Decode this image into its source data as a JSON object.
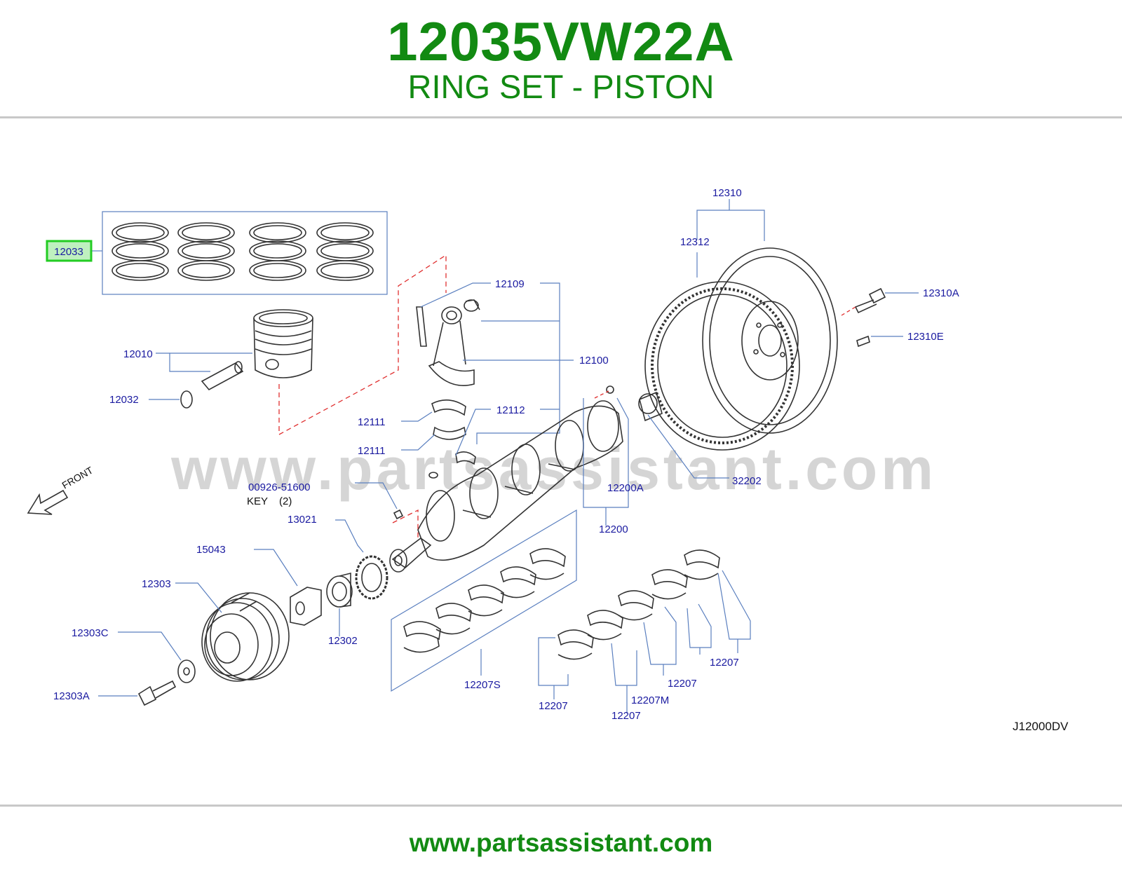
{
  "header": {
    "part_number": "12035VW22A",
    "part_name": "RING SET - PISTON"
  },
  "diagram": {
    "code": "J12000DV",
    "watermark": "www.partsassistant.com",
    "front_label": "FRONT",
    "highlighted_part": "12033",
    "callouts": {
      "c12033": "12033",
      "c12010": "12010",
      "c12032": "12032",
      "c12109": "12109",
      "c12100": "12100",
      "c12111a": "12111",
      "c12111b": "12111",
      "c12112": "12112",
      "c12310": "12310",
      "c12312": "12312",
      "c12310A": "12310A",
      "c12310E": "12310E",
      "c32202": "32202",
      "c12200A": "12200A",
      "c12200": "12200",
      "c00926": "00926-51600",
      "key": "KEY",
      "key_qty": "(2)",
      "c13021": "13021",
      "c15043": "15043",
      "c12303": "12303",
      "c12303C": "12303C",
      "c12303A": "12303A",
      "c12302": "12302",
      "c12207S": "12207S",
      "c12207a": "12207",
      "c12207b": "12207",
      "c12207c": "12207",
      "c12207d": "12207",
      "c12207M": "12207M"
    }
  },
  "footer": {
    "url": "www.partsassistant.com"
  },
  "colors": {
    "brand_green": "#128a12",
    "callout_blue": "#1a1aa0",
    "highlight": "#22cc22",
    "dashed_red": "#e03030"
  }
}
